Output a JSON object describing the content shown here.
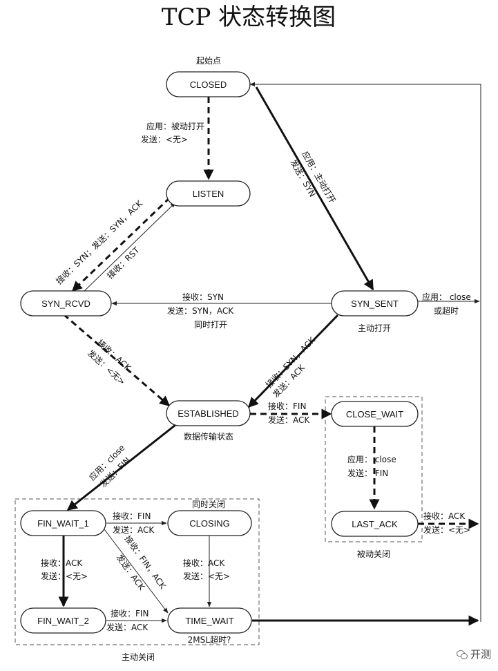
{
  "title": "TCP 状态转换图",
  "annotations": {
    "start": "起始点",
    "active_open": "主动打开",
    "simultaneous_open": "同时打开",
    "data_transfer": "数据传输状态",
    "simultaneous_close": "同时关闭",
    "passive_close": "被动关闭",
    "active_close": "主动关闭",
    "timeout_2msl": "2MSL超时?",
    "timeout": "或超时"
  },
  "states": {
    "closed": "CLOSED",
    "listen": "LISTEN",
    "syn_rcvd": "SYN_RCVD",
    "syn_sent": "SYN_SENT",
    "established": "ESTABLISHED",
    "close_wait": "CLOSE_WAIT",
    "last_ack": "LAST_ACK",
    "fin_wait_1": "FIN_WAIT_1",
    "closing": "CLOSING",
    "fin_wait_2": "FIN_WAIT_2",
    "time_wait": "TIME_WAIT"
  },
  "labels": {
    "closed_listen_1": "应用：被动打开",
    "closed_listen_2": "发送：<无>",
    "closed_synsent_1": "应用：主动打开",
    "closed_synsent_2": "发送：SYN",
    "listen_synrcvd": "接收：SYN；发送：SYN，ACK",
    "synrcvd_listen": "接收：RST",
    "synsent_synrcvd_1": "接收：SYN",
    "synsent_synrcvd_2": "发送：SYN，ACK",
    "synsent_close_1": "应用：  close",
    "synrcvd_est_1": "接收：ACK",
    "synrcvd_est_2": "发送：<无>",
    "synsent_est_1": "接收：SYN，ACK",
    "synsent_est_2": "发送：ACK",
    "est_closewait_1": "接收：FIN",
    "est_closewait_2": "发送：ACK",
    "closewait_lastack_1": "应用：   close",
    "closewait_lastack_2": "发送：    FIN",
    "lastack_closed_1": "接收：ACK",
    "lastack_closed_2": "发送：<无>",
    "est_finwait1_1": "应用：close",
    "est_finwait1_2": "发送：FIN",
    "fw1_closing_1": "接收：FIN",
    "fw1_closing_2": "发送：ACK",
    "fw1_timewait_1": "接收：FIN，ACK",
    "fw1_timewait_2": "发送：ACK",
    "fw1_fw2_1": "接收：ACK",
    "fw1_fw2_2": "发送：<无>",
    "closing_timewait_1": "接收：ACK",
    "closing_timewait_2": "发送：<无>",
    "fw2_timewait_1": "接收：FIN",
    "fw2_timewait_2": "发送：ACK"
  },
  "watermark": "开测",
  "watermark_icon": "wechat-icon"
}
